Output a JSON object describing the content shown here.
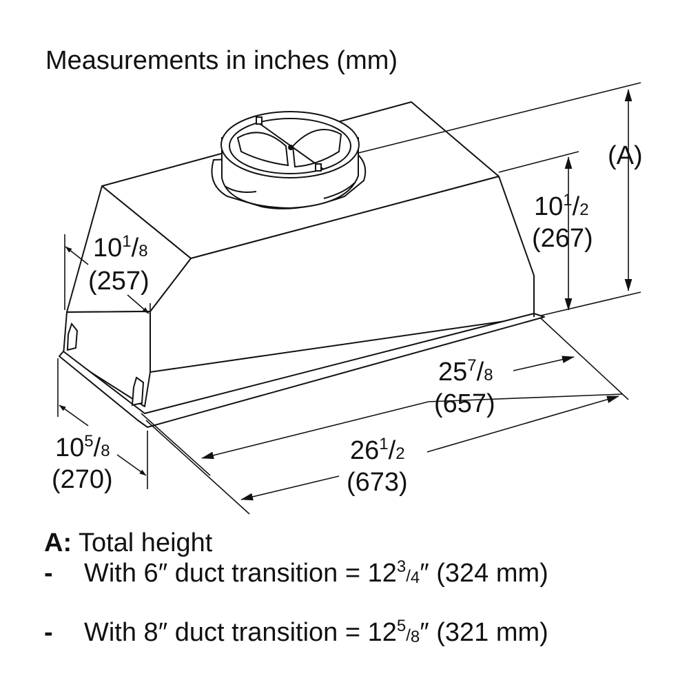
{
  "title": "Measurements in inches (mm)",
  "dimensions": {
    "total_height_marker": "(A)",
    "height_body": {
      "whole": "10",
      "num": "1",
      "den": "2",
      "mm": "(267)"
    },
    "side_depth_top": {
      "whole": "10",
      "num": "1",
      "den": "8",
      "mm": "(257)"
    },
    "side_depth_bottom": {
      "whole": "10",
      "num": "5",
      "den": "8",
      "mm": "(270)"
    },
    "width_body": {
      "whole": "25",
      "num": "7",
      "den": "8",
      "mm": "(657)"
    },
    "width_overall": {
      "whole": "26",
      "num": "1",
      "den": "2",
      "mm": "(673)"
    }
  },
  "notes": {
    "a_label": "A:",
    "a_text": "Total height",
    "bullet": "-",
    "line1_prefix": "With 6″ duct transition = 12",
    "line1_num": "3",
    "line1_den": "4",
    "line1_suffix": "″ (324 mm)",
    "line2_prefix": "With 8″ duct transition = 12",
    "line2_num": "5",
    "line2_den": "8",
    "line2_suffix": "″ (321 mm)"
  }
}
